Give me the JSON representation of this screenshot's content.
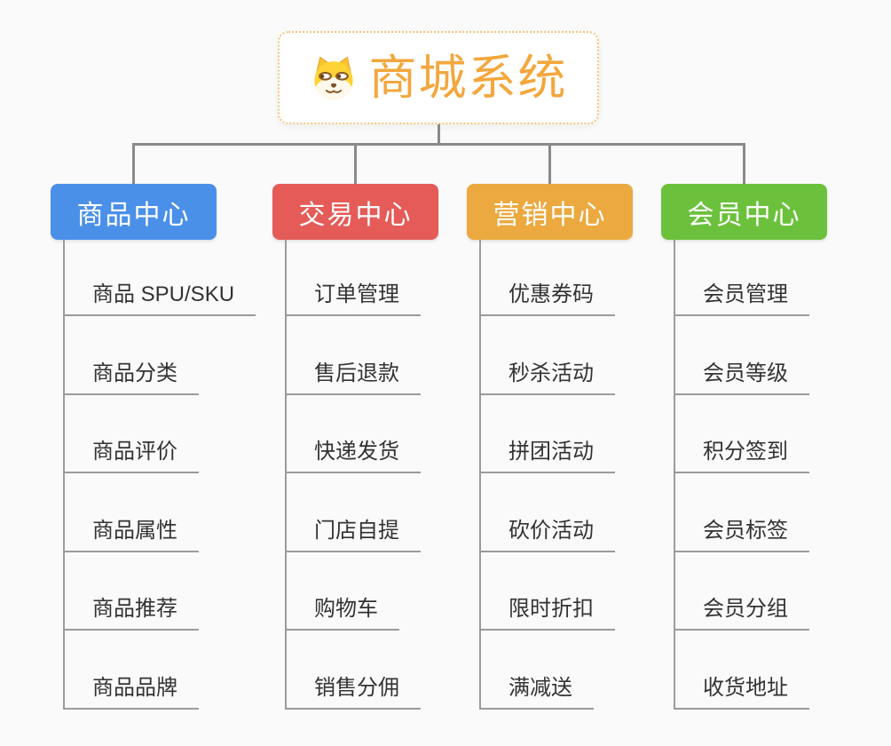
{
  "canvas": {
    "background": "#fafafa"
  },
  "root": {
    "title": "商城系统",
    "icon": "shiba-dog-icon",
    "title_color": "#f3a73c",
    "border_color": "#f6c478"
  },
  "connector_color": "#8a8a8a",
  "underline_color": "#9b9b9b",
  "branches": [
    {
      "label": "商品中心",
      "color": "#4b90e8",
      "children": [
        "商品 SPU/SKU",
        "商品分类",
        "商品评价",
        "商品属性",
        "商品推荐",
        "商品品牌"
      ]
    },
    {
      "label": "交易中心",
      "color": "#e45b58",
      "children": [
        "订单管理",
        "售后退款",
        "快递发货",
        "门店自提",
        "购物车",
        "销售分佣"
      ]
    },
    {
      "label": "营销中心",
      "color": "#eba93f",
      "children": [
        "优惠券码",
        "秒杀活动",
        "拼团活动",
        "砍价活动",
        "限时折扣",
        "满减送"
      ]
    },
    {
      "label": "会员中心",
      "color": "#6cc13c",
      "children": [
        "会员管理",
        "会员等级",
        "积分签到",
        "会员标签",
        "会员分组",
        "收货地址"
      ]
    }
  ]
}
